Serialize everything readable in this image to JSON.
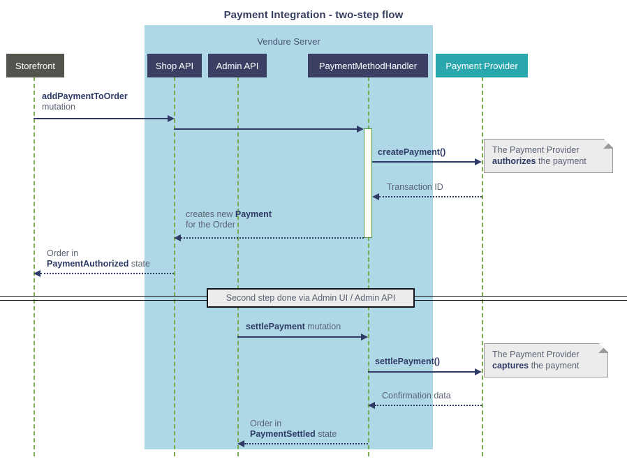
{
  "title": "Payment Integration - two-step flow",
  "group": {
    "label": "Vendure Server"
  },
  "participants": [
    {
      "name": "storefront",
      "label": "Storefront"
    },
    {
      "name": "shop-api",
      "label": "Shop API"
    },
    {
      "name": "admin-api",
      "label": "Admin API"
    },
    {
      "name": "payment-method-handler",
      "label": "PaymentMethodHandler"
    },
    {
      "name": "payment-provider",
      "label": "Payment Provider"
    }
  ],
  "messages": [
    {
      "id": "m1",
      "from": "storefront",
      "to": "shop-api",
      "label_bold": "addPaymentToOrder",
      "label_rest": "",
      "label_line2": "mutation",
      "style": "solid"
    },
    {
      "id": "m2",
      "from": "shop-api",
      "to": "payment-method-handler",
      "label_bold": "",
      "label_rest": "",
      "style": "solid"
    },
    {
      "id": "m3",
      "from": "payment-method-handler",
      "to": "payment-provider",
      "label_bold": "createPayment()",
      "label_rest": "",
      "style": "solid"
    },
    {
      "id": "m4",
      "from": "payment-provider",
      "to": "payment-method-handler",
      "label_bold": "",
      "label_rest": "Transaction ID",
      "style": "dotted"
    },
    {
      "id": "m5",
      "from": "payment-method-handler",
      "to": "shop-api",
      "label_pre": "creates new ",
      "label_bold": "Payment",
      "label_line2": "for the Order",
      "style": "dotted"
    },
    {
      "id": "m6",
      "from": "shop-api",
      "to": "storefront",
      "label_line1": "Order in",
      "label_bold": "PaymentAuthorized",
      "label_rest": " state",
      "style": "dotted"
    },
    {
      "id": "m7",
      "from": "admin-api",
      "to": "payment-method-handler",
      "label_bold": "settlePayment",
      "label_rest": " mutation",
      "style": "solid"
    },
    {
      "id": "m8",
      "from": "payment-method-handler",
      "to": "payment-provider",
      "label_bold": "settlePayment()",
      "label_rest": "",
      "style": "solid"
    },
    {
      "id": "m9",
      "from": "payment-provider",
      "to": "payment-method-handler",
      "label_bold": "",
      "label_rest": "Confirmation data",
      "style": "dotted"
    },
    {
      "id": "m10",
      "from": "payment-method-handler",
      "to": "admin-api",
      "label_line1": "Order in",
      "label_bold": "PaymentSettled",
      "label_rest": " state",
      "style": "dotted"
    }
  ],
  "notes": [
    {
      "id": "note1",
      "line1": "The Payment Provider",
      "bold": "authorizes",
      "rest": " the payment"
    },
    {
      "id": "note2",
      "line1": "The Payment Provider",
      "bold": "captures",
      "rest": " the payment"
    }
  ],
  "divider": {
    "label": "Second step done via Admin UI / Admin API"
  },
  "colors": {
    "group_fill": "#AED8E6",
    "participant_dark": "#3A3F63",
    "participant_grey": "#55534E",
    "participant_teal": "#2AA6AD",
    "lifeline": "#7CAA4F",
    "arrow": "#2F3B66",
    "note_fill": "#ECECEC",
    "title_color": "#36405F"
  }
}
